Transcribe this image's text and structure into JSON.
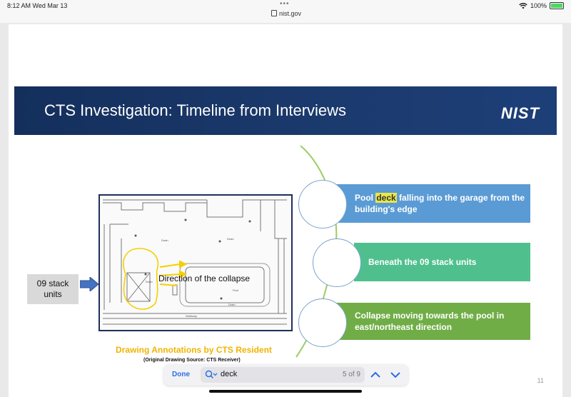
{
  "status_bar": {
    "time_date": "8:12 AM   Wed Mar 13",
    "url": "nist.gov",
    "battery": "100%",
    "icons": [
      "wifi-icon",
      "battery-icon",
      "lock-icon"
    ]
  },
  "slide": {
    "title": "CTS Investigation: Timeline from Interviews",
    "logo": "NIST",
    "drawing_caption": "Direction of the collapse",
    "stack_label": "09 stack units",
    "annotation_title": "Drawing Annotations by CTS Resident",
    "annotation_source": "(Original Drawing Source: CTS Receiver)",
    "timeline": [
      {
        "pre": "Pool ",
        "highlight": "deck",
        "post": " falling into the garage from the building's edge"
      },
      {
        "pre": "Beneath the 09 stack units",
        "highlight": "",
        "post": ""
      },
      {
        "pre": "Collapse moving towards the pool in east/northeast direction",
        "highlight": "",
        "post": ""
      }
    ],
    "page_number": "11",
    "colors": {
      "banner": "#1b3a6e",
      "bar1": "#5b9bd5",
      "bar2": "#4fc08d",
      "bar3": "#70ad47",
      "highlight": "#e9e64a",
      "annotation": "#f0b400"
    }
  },
  "find_bar": {
    "done_label": "Done",
    "query": "deck",
    "match_count": "5 of 9",
    "icons": [
      "search-options-icon",
      "chevron-up-icon",
      "chevron-down-icon"
    ]
  }
}
